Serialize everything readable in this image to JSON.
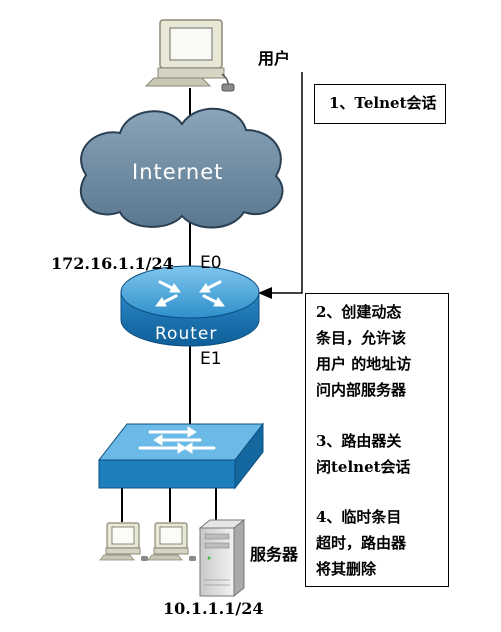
{
  "labels": {
    "user": "用户",
    "internet": "Internet",
    "router": "Router",
    "e0": "E0",
    "e1": "E1",
    "ip_e0": "172.16.1.1/24",
    "server": "服务器",
    "ip_server": "10.1.1.1/24"
  },
  "steps": {
    "step1": "1、Telnet会话",
    "step2": [
      "2、创建动态",
      "条目，允许该",
      "用户 的地址访",
      "问内部服务器"
    ],
    "step3": [
      "3、路由器关",
      "闭telnet会话"
    ],
    "step4": [
      "4、临时条目",
      "超时，路由器",
      "将其删除"
    ]
  },
  "colors": {
    "cloud_fill": "#6c8aa0",
    "device_blue": "#1e7fbd",
    "device_light": "#56b2e2",
    "line": "#000000"
  }
}
